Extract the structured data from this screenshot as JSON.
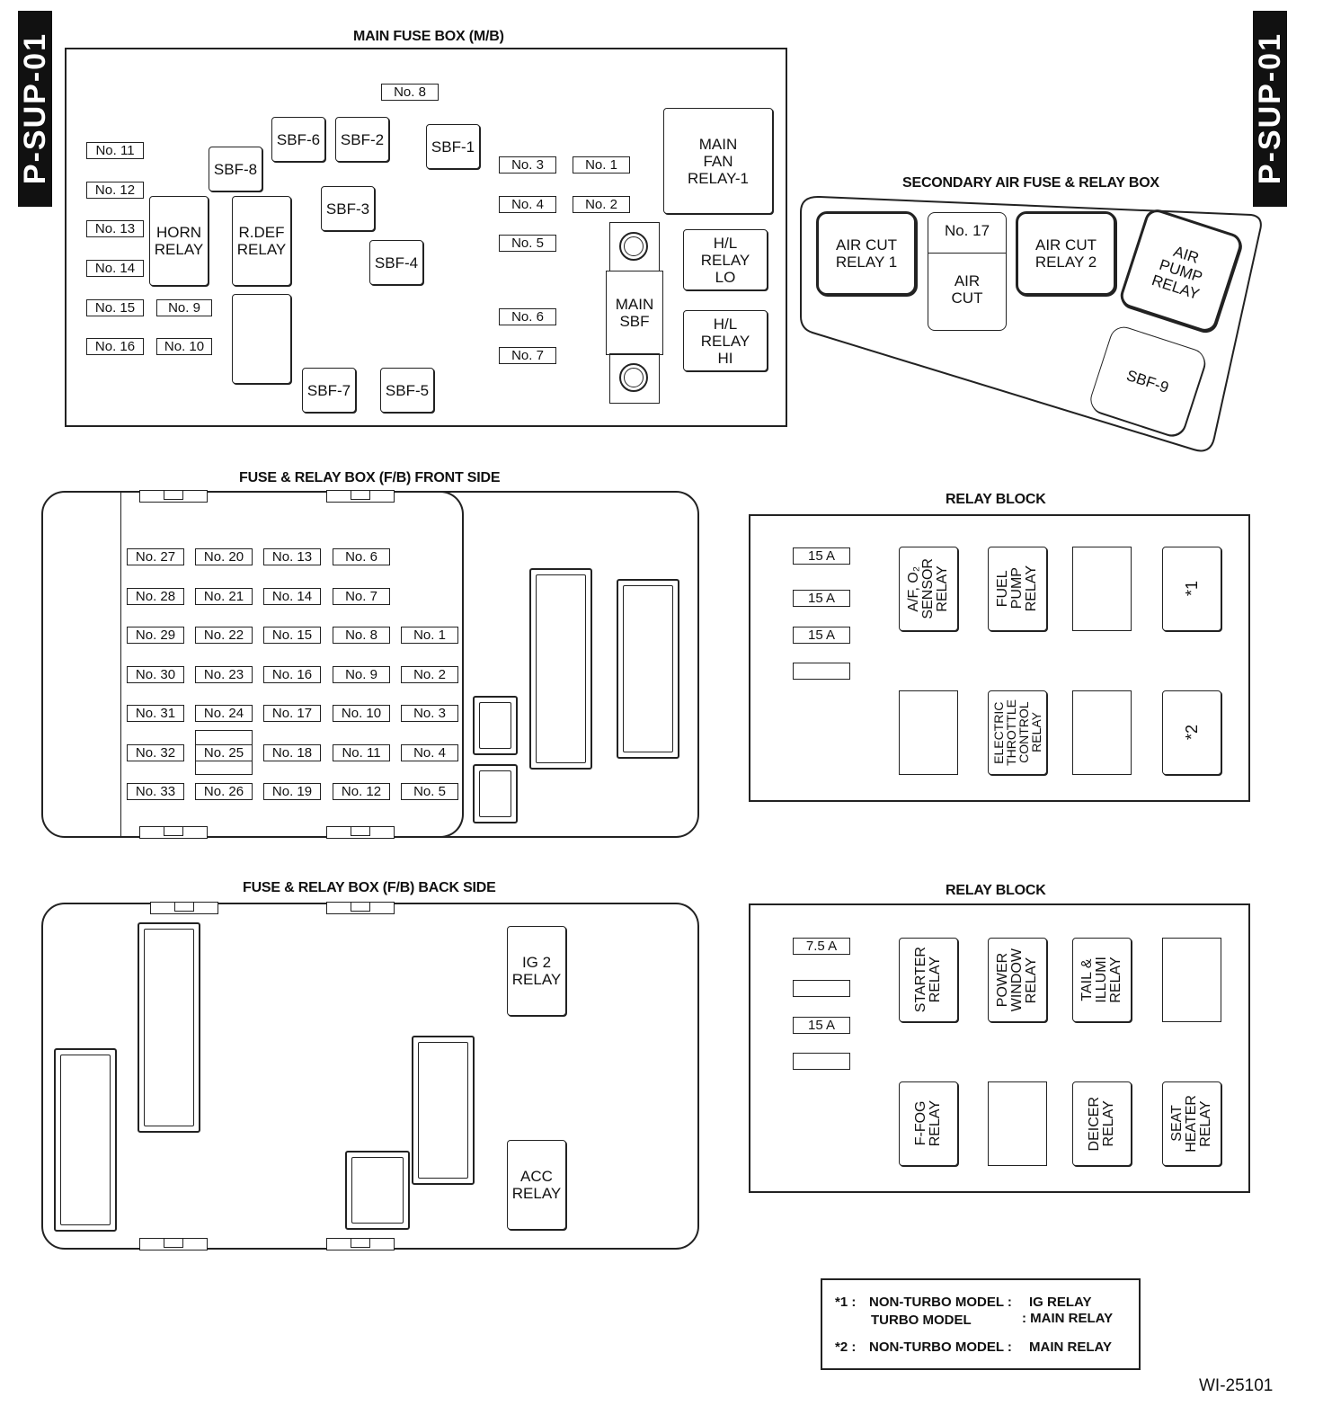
{
  "side_tab_label": "P-SUP-01",
  "main_fuse_box": {
    "title": "MAIN FUSE BOX (M/B)",
    "fuses": [
      "No. 8",
      "No. 11",
      "No. 12",
      "No. 13",
      "No. 14",
      "No. 15",
      "No. 16",
      "No. 9",
      "No. 10",
      "No. 3",
      "No. 1",
      "No. 4",
      "No. 2",
      "No. 5",
      "No. 6",
      "No. 7"
    ],
    "sbf": [
      "SBF-8",
      "SBF-6",
      "SBF-2",
      "SBF-1",
      "SBF-3",
      "SBF-4",
      "SBF-7",
      "SBF-5"
    ],
    "horn_relay": "HORN\nRELAY",
    "rdef_relay": "R.DEF\nRELAY",
    "main_fan_relay": "MAIN\nFAN\nRELAY-1",
    "hl_relay_lo": "H/L\nRELAY\nLO",
    "hl_relay_hi": "H/L\nRELAY\nHI",
    "main_sbf": "MAIN\nSBF"
  },
  "secondary_air_box": {
    "title": "SECONDARY AIR FUSE & RELAY BOX",
    "air_cut_relay_1": "AIR CUT\nRELAY 1",
    "no17": "No. 17",
    "air_cut": "AIR\nCUT",
    "air_cut_relay_2": "AIR CUT\nRELAY 2",
    "air_pump_relay": "AIR\nPUMP\nRELAY",
    "sbf9": "SBF-9"
  },
  "fb_front": {
    "title": "FUSE & RELAY BOX (F/B) FRONT SIDE",
    "col1": [
      "No. 27",
      "No. 28",
      "No. 29",
      "No. 30",
      "No. 31",
      "No. 32",
      "No. 33"
    ],
    "col2": [
      "No. 20",
      "No. 21",
      "No. 22",
      "No. 23",
      "No. 24",
      "No. 25",
      "No. 26"
    ],
    "col3": [
      "No. 13",
      "No. 14",
      "No. 15",
      "No. 16",
      "No. 17",
      "No. 18",
      "No. 19"
    ],
    "col4": [
      "No. 6",
      "No. 7",
      "No. 8",
      "No. 9",
      "No. 10",
      "No. 11",
      "No. 12"
    ],
    "col5": [
      "No. 1",
      "No. 2",
      "No. 3",
      "No. 4",
      "No. 5"
    ]
  },
  "relay_block_1": {
    "title": "RELAY BLOCK",
    "fuses": [
      "15 A",
      "15 A",
      "15 A",
      ""
    ],
    "af_relay": "A/F, O₂\nSENSOR\nRELAY",
    "fuel_pump_relay": "FUEL\nPUMP\nRELAY",
    "star1": "*1",
    "etc_relay": "ELECTRIC\nTHROTTLE\nCONTROL\nRELAY",
    "star2": "*2"
  },
  "fb_back": {
    "title": "FUSE & RELAY BOX (F/B) BACK SIDE",
    "ig2_relay": "IG 2\nRELAY",
    "acc_relay": "ACC\nRELAY"
  },
  "relay_block_2": {
    "title": "RELAY BLOCK",
    "fuses": [
      "7.5 A",
      "",
      "15 A",
      ""
    ],
    "starter_relay": "STARTER\nRELAY",
    "power_window_relay": "POWER\nWINDOW\nRELAY",
    "tail_illumi_relay": "TAIL &\nILLUMI\nRELAY",
    "ffog_relay": "F-FOG\nRELAY",
    "deicer_relay": "DEICER\nRELAY",
    "seat_heater_relay": "SEAT\nHEATER\nRELAY"
  },
  "legend": {
    "row1_mark": "*1 :",
    "row1_label": "NON-TURBO MODEL :",
    "row1_value": "IG RELAY",
    "row2_label": "TURBO MODEL",
    "row2_value": ": MAIN RELAY",
    "row3_mark": "*2 :",
    "row3_label": "NON-TURBO MODEL :",
    "row3_value": "MAIN RELAY"
  },
  "figure_id": "WI-25101"
}
